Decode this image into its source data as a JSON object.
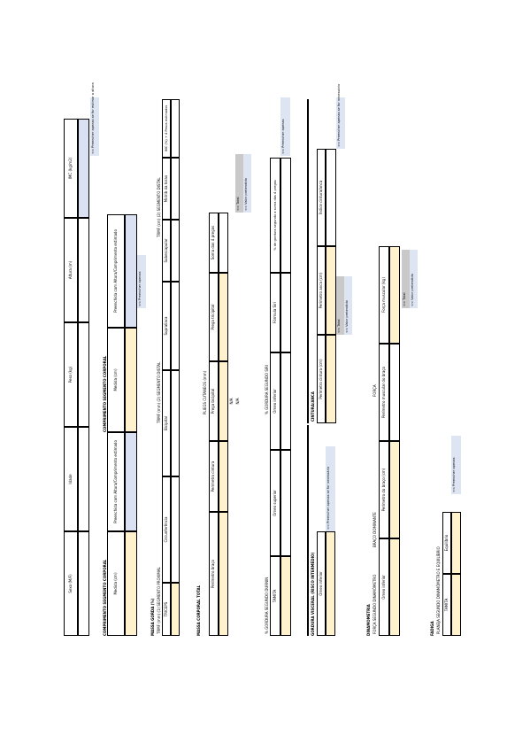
{
  "header": {
    "cols": [
      "Sexo (M/F)",
      "Idade",
      "Peso (kg)",
      "Altura (m)",
      "IMC (kg/m2)"
    ],
    "imc_note": "<< Preencher apenas se for estimar a altura"
  },
  "comprimento": {
    "left_title": "COMPRIMENTO SEGMENTO CORPORAL",
    "right_title": "COMPRIMENTO SEGMENTO CORPORAL",
    "cols": [
      "Medida (cm)",
      "Preenchida com Altura/Comprimento estimado",
      "Medida (cm)",
      "Preenchida com Altura/Comprimento estimado"
    ],
    "note": "<< Preencher apenas"
  },
  "massa_gorda": {
    "title": "MASSA GORDA (%)",
    "left_title": "TRMF (mm) (1) SEGMENTO PROXIMAL",
    "right_title": "TRMF (mm) (2) SEGMENTO DISTAL",
    "far_title": "TRMF (cm) (2) SEGMENTO DISTAL",
    "cols": [
      "TRICEPS",
      "Circunferência",
      "Bicipital",
      "Supraliaca",
      "Subescapular",
      "Midrib da torax",
      "MG (%)"
    ],
    "far_value": "IMC (%) + 4 Pesos estimados"
  },
  "massa_corporal": {
    "title": "MASSA CORPORAL TOTAL",
    "skinfold_title": "PLIEGS CUTANEOS (mm)",
    "cols": [
      "Perímetro braço",
      "Perímetro cintura",
      "Prega bicipital",
      "Prega tricipital",
      "Soma das 4 pregas"
    ],
    "notes": [
      "<< Total",
      "<< Valor pretendido"
    ],
    "na1": "N/A",
    "na2": "N/A"
  },
  "percentil": {
    "left_title": "% GORDURA SEGUNDO DURNIN",
    "right_title": "% GORDURA SEGUNDO SIRI",
    "cols": [
      "TAMITA",
      "Omeo superior",
      "Omeo inferior",
      "Fórmula Siri",
      "% de gordura segundo a soma das 4 pregas"
    ],
    "note": "<< Preencher apenas"
  },
  "visceral": {
    "title": "GORDURA VISCERAL (RISCO INTERMÉDIO)",
    "col": "Omeo inferior",
    "note": "<< Preencher apenas se for necessário"
  },
  "cintura": {
    "title": "CINTURA/ANCA",
    "cols": [
      "Perímetro cintura (cm)",
      "Perímetro anca (cm)",
      "Índice cintura/anca"
    ],
    "notes": [
      "<< Total",
      "<< Valor pretendido"
    ],
    "far_note": "<< Preencher apenas se for necessário"
  },
  "dinamometria": {
    "title": "DINAMOMETRIA",
    "left_title": "FORÇA SEGUNDO DINAMÔMETRO",
    "mid_title": "BRAÇO DOMINANTE",
    "right_title": "FORÇA",
    "cols": [
      "Omeo inferior",
      "Perímetro do braço (cm)",
      "Perímetro muscular do braço",
      "Força muscular (kg)"
    ],
    "notes": [
      "<< Total",
      "<< Valor pretendido"
    ]
  },
  "fadiga": {
    "title": "FADIGA",
    "sub": "PLANEJA SEGUNDO DINAMÔMETRO E EQUILÍBRIO",
    "cols": [
      "TAMITA",
      "Equilíbrio"
    ],
    "note": "<< Preencher apenas"
  }
}
